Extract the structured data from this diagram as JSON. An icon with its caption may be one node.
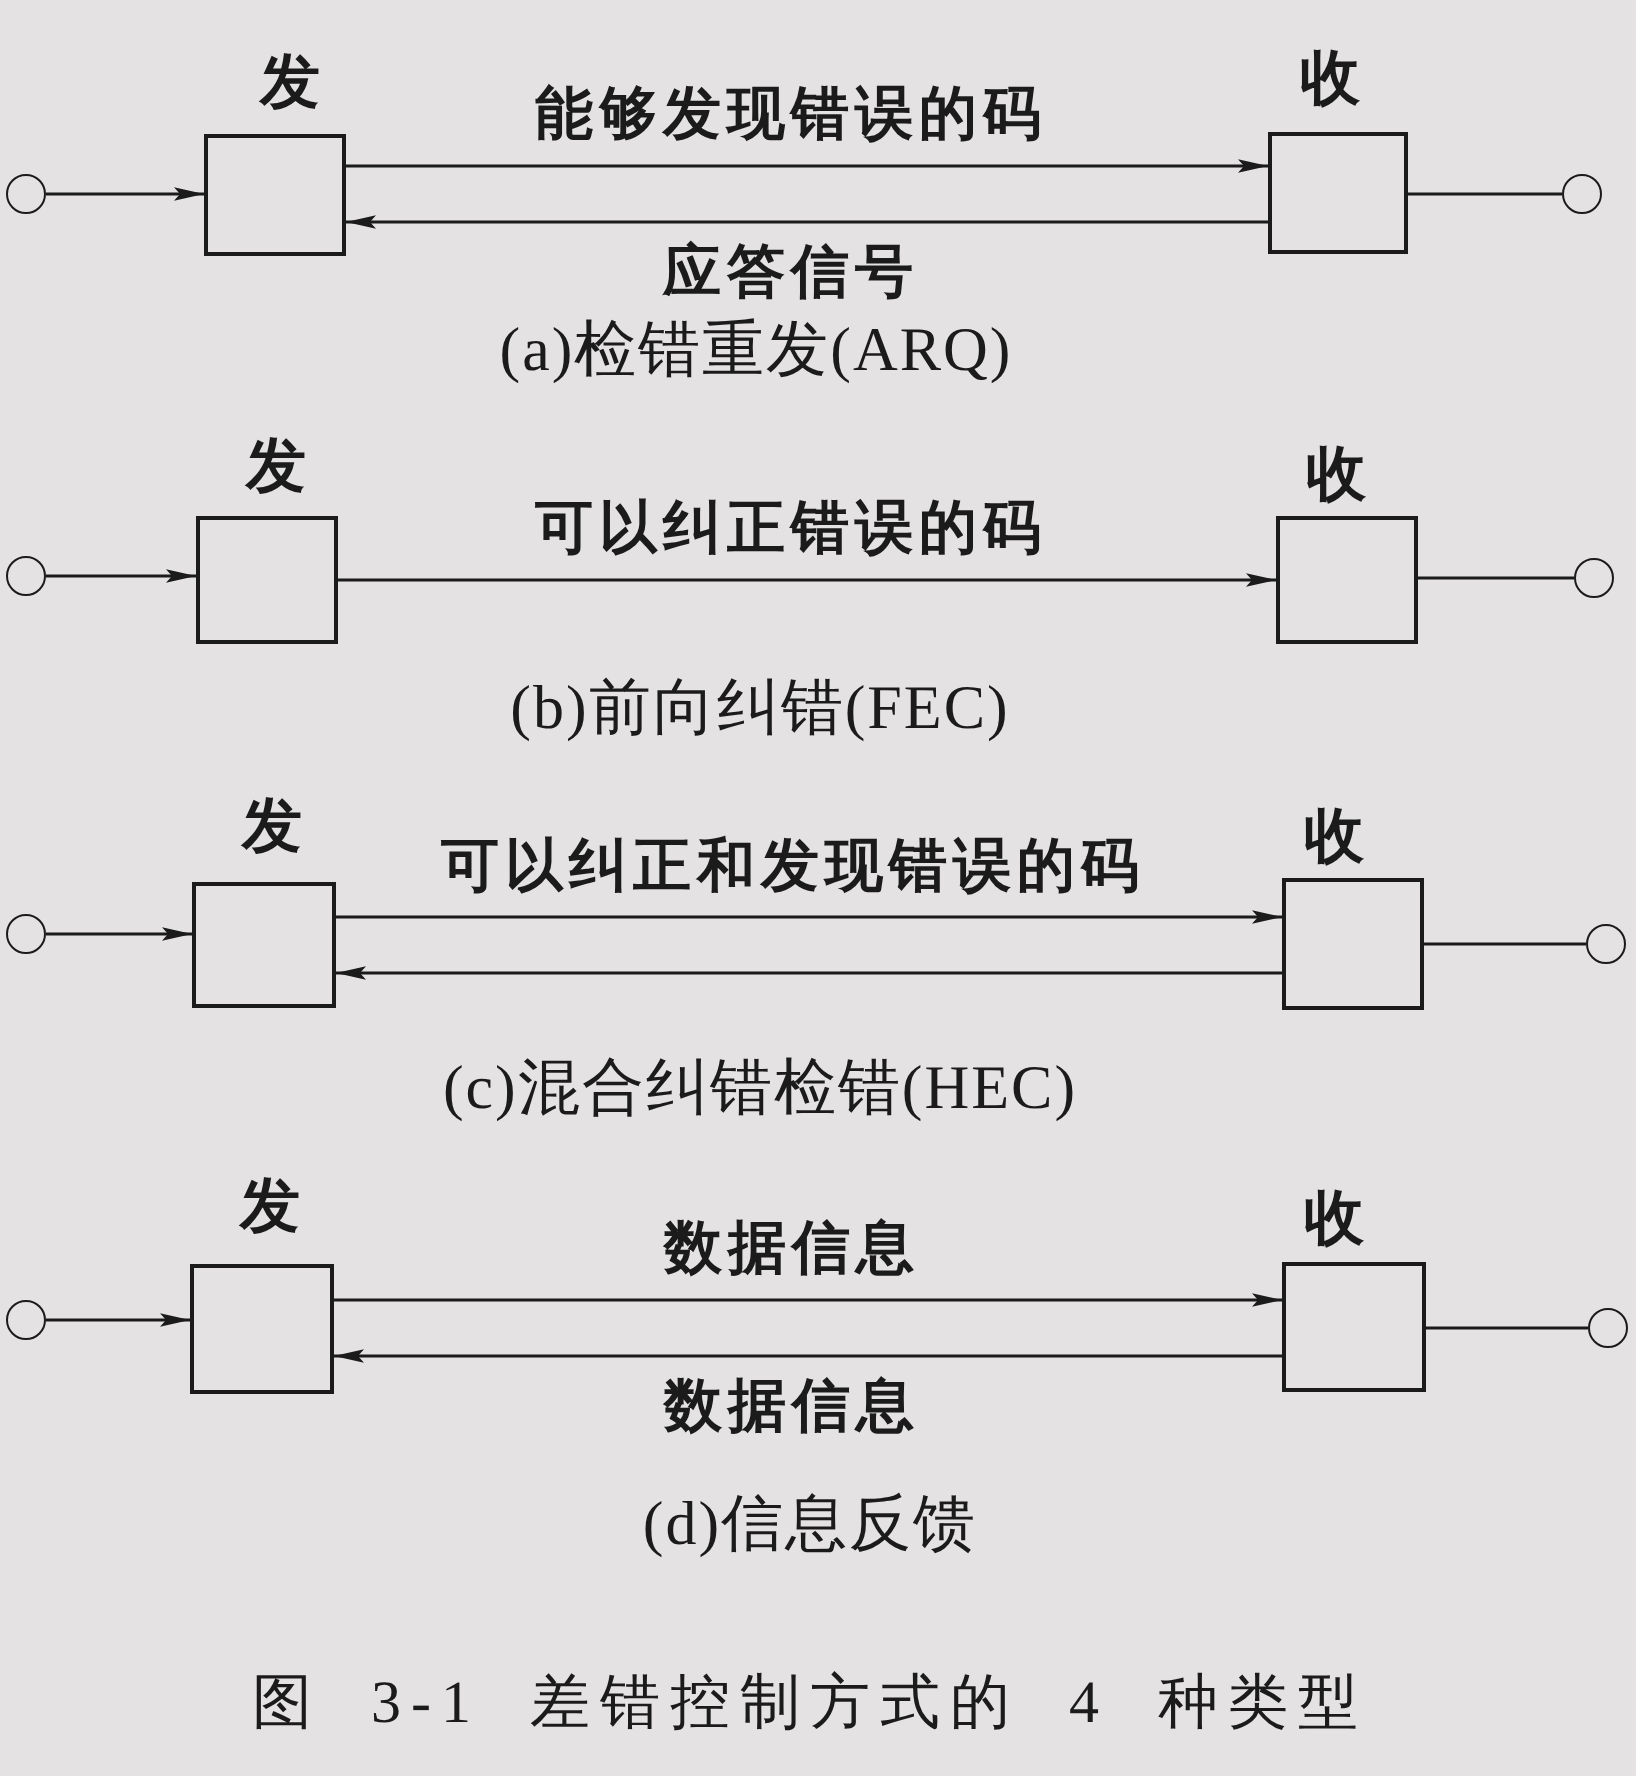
{
  "diagram": {
    "caption": "图 3-1 差错控制方式的 4 种类型",
    "nodes": [
      {
        "text": [],
        "shape": "circle"
      },
      {
        "text": [
          "发"
        ]
      },
      {
        "text": [
          "收"
        ]
      },
      {
        "text": [],
        "shape": "circle"
      },
      {
        "text": [],
        "shape": "circle"
      },
      {
        "text": [
          "发"
        ]
      },
      {
        "text": [
          "收"
        ]
      },
      {
        "text": [],
        "shape": "circle"
      },
      {
        "text": [],
        "shape": "circle"
      },
      {
        "text": [
          "发"
        ]
      },
      {
        "text": [
          "收"
        ]
      },
      {
        "text": [],
        "shape": "circle"
      },
      {
        "text": [],
        "shape": "circle"
      },
      {
        "text": [
          "发"
        ]
      },
      {
        "text": [
          "收"
        ]
      },
      {
        "text": [],
        "shape": "circle"
      }
    ],
    "edges": [
      {
        "from": 0,
        "to": 1,
        "arrow": "to"
      },
      {
        "from": 1,
        "to": 2,
        "arrow": "to",
        "label": "能够发现错误的码"
      },
      {
        "from": 2,
        "to": 1,
        "arrow": "to",
        "label": "应答信号"
      },
      {
        "from": 2,
        "to": 3,
        "arrow": "none"
      },
      {
        "from": 4,
        "to": 5,
        "arrow": "to"
      },
      {
        "from": 5,
        "to": 6,
        "arrow": "to",
        "label": "可以纠正错误的码"
      },
      {
        "from": 6,
        "to": 7,
        "arrow": "none"
      },
      {
        "from": 8,
        "to": 9,
        "arrow": "to"
      },
      {
        "from": 9,
        "to": 10,
        "arrow": "to",
        "label": "可以纠正和发现错误的码"
      },
      {
        "from": 10,
        "to": 9,
        "arrow": "to"
      },
      {
        "from": 10,
        "to": 11,
        "arrow": "none"
      },
      {
        "from": 12,
        "to": 13,
        "arrow": "to"
      },
      {
        "from": 13,
        "to": 14,
        "arrow": "to",
        "label": "数据信息"
      },
      {
        "from": 14,
        "to": 13,
        "arrow": "to",
        "label": "数据信息"
      },
      {
        "from": 14,
        "to": 15,
        "arrow": "none"
      }
    ],
    "labels": [
      "(a)检错重发(ARQ)",
      "(b)前向纠错(FEC)",
      "(c)混合纠错检错(HEC)",
      "(d)信息反馈"
    ]
  }
}
